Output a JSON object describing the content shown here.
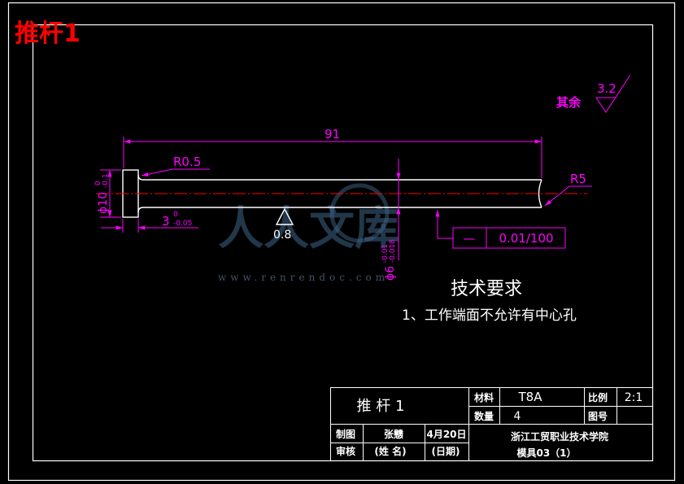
{
  "sheet": {
    "title": "推杆1"
  },
  "surface_finish": {
    "label": "其余",
    "value": "3.2"
  },
  "dimensions": {
    "overall_length": "91",
    "head_fillet": "R0.5",
    "end_radius": "R5",
    "head_diameter": {
      "nominal": "ϕ10",
      "upper": "0",
      "lower": "-0.1"
    },
    "head_thickness": {
      "nominal": "3",
      "upper": "0",
      "lower": "-0.05"
    },
    "shaft_diameter": {
      "nominal": "ϕ6",
      "upper": "-0.01",
      "lower": "-0.018"
    },
    "shaft_roughness": "0.8"
  },
  "tolerance_frame": {
    "symbol": "—",
    "value": "0.01/100"
  },
  "requirements": {
    "heading": "技术要求",
    "items": [
      "1、工作端面不允许有中心孔"
    ]
  },
  "title_block": {
    "part_name": "推 杆 1",
    "material_label": "材料",
    "material": "T8A",
    "scale_label": "比例",
    "scale": "2:1",
    "quantity_label": "数量",
    "quantity": "4",
    "drawing_no_label": "图号",
    "drawn_label": "制图",
    "drawn_by": "张戆",
    "drawn_date": "4月20日",
    "checked_label": "审核",
    "checked_by": "(姓  名)",
    "checked_date": "(日期)",
    "school": "浙江工贸职业技术学院",
    "class": "模具03（1）"
  },
  "watermark": {
    "brand": "人人文库",
    "url": "www.renrendoc.com"
  },
  "colors": {
    "background": "#000000",
    "outline": "#ffffff",
    "dimension": "#ff00ff",
    "centerline": "#ff0000",
    "sheet_title": "#ff0000",
    "watermark": "#3d6488"
  }
}
